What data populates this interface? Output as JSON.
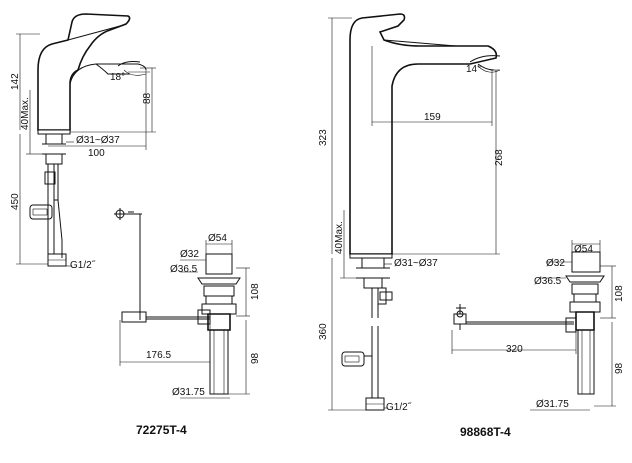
{
  "left_drawing": {
    "model": "72275T-4",
    "dims": {
      "total_height": "142",
      "spout_height": "88",
      "max_deck": "40Max.",
      "hole_dia": "Ø31~Ø37",
      "reach": "100",
      "hose_length": "450",
      "hose_thread": "G1/2˝",
      "angle": "18°",
      "drain_top_dia": "Ø54",
      "drain_body_dia": "Ø32",
      "drain_flange_dia": "Ø36.5",
      "drain_height": "108",
      "drain_pipe_len": "98",
      "rod_length": "176.5",
      "pipe_dia": "Ø31.75"
    }
  },
  "right_drawing": {
    "model": "98868T-4",
    "dims": {
      "total_height": "323",
      "spout_height": "268",
      "max_deck": "40Max.",
      "hole_dia": "Ø31~Ø37",
      "reach": "159",
      "hose_length": "360",
      "hose_thread": "G1/2˝",
      "angle": "14°",
      "drain_top_dia": "Ø54",
      "drain_body_dia": "Ø32",
      "drain_flange_dia": "Ø36.5",
      "drain_height": "108",
      "drain_pipe_len": "98",
      "rod_length": "320",
      "pipe_dia": "Ø31.75"
    }
  }
}
